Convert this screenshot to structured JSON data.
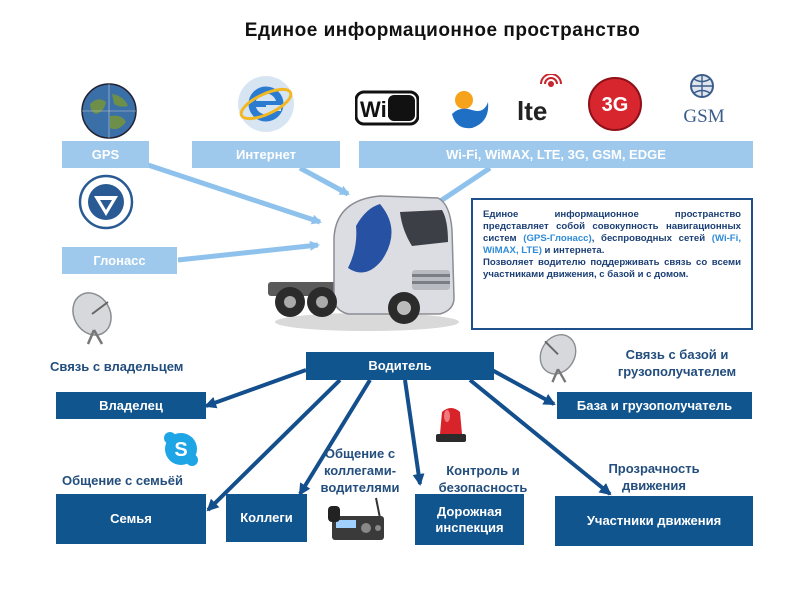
{
  "title": "Единое информационное пространство",
  "top_boxes": {
    "gps": "GPS",
    "internet": "Интернет",
    "networks": "Wi-Fi, WiMAX, LTE, 3G, GSM, EDGE",
    "glonass": "Глонасс"
  },
  "logos": {
    "wifi": "WiFi",
    "lte": "lte",
    "g3": "3G",
    "gsm": "GSM"
  },
  "info": {
    "text_before": "Единое информационное пространство представляет собой совокупность навигационных систем ",
    "highlight_1": "(GPS-Глонасс)",
    "text_middle": ", беспроводных сетей ",
    "highlight_2": "(Wi-Fi, WiMAX, LTE)",
    "text_after": " и интернета.",
    "paragraph_2": "Позволяет водителю поддерживать связь со всеми участниками движения, с базой и с домом."
  },
  "center_box": "Водитель",
  "captions": {
    "owner_link": "Связь с владельцем",
    "base_link": "Связь с базой и грузополучателем",
    "family_link": "Общение с семьёй",
    "colleagues_link": "Общение с коллегами-водителями",
    "control": "Контроль и безопасность",
    "transparency": "Прозрачность движения"
  },
  "bottom_boxes": {
    "owner": "Владелец",
    "base": "База и грузополучатель",
    "family": "Семья",
    "colleagues": "Коллеги",
    "inspection": "Дорожная инспекция",
    "participants": "Участники движения"
  },
  "colors": {
    "light_box": "#9ec9ec",
    "dark_box": "#11558f",
    "caption": "#234e7d",
    "arrow_light": "#8ec2ec",
    "arrow_dark": "#134f8c"
  },
  "icons": [
    "globe-icon",
    "internet-explorer-icon",
    "wifi-logo",
    "wimax-logo",
    "lte-logo",
    "3g-logo",
    "gsm-logo",
    "glonass-emblem-icon",
    "satellite-dish-icon",
    "truck-image",
    "skype-icon",
    "siren-icon",
    "cb-radio-icon"
  ]
}
